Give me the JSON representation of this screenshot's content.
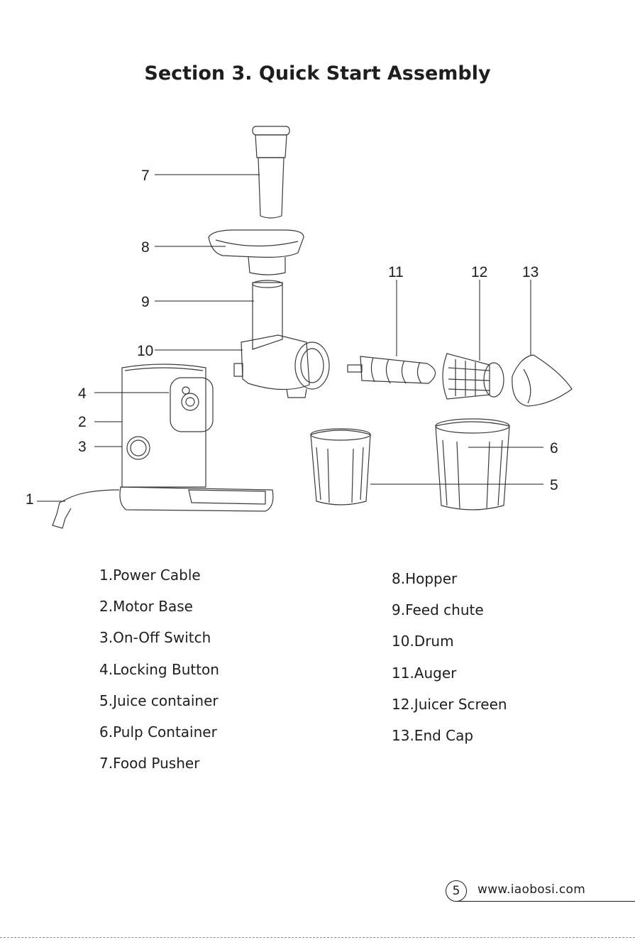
{
  "page": {
    "title": "Section 3. Quick Start Assembly"
  },
  "diagram": {
    "callouts": [
      "1",
      "2",
      "3",
      "4",
      "5",
      "6",
      "7",
      "8",
      "9",
      "10",
      "11",
      "12",
      "13"
    ]
  },
  "parts_left": [
    "1.Power Cable",
    "2.Motor Base",
    "3.On-Off Switch",
    "4.Locking Button",
    "5.Juice container",
    "6.Pulp Container",
    "7.Food Pusher"
  ],
  "parts_right": [
    "8.Hopper",
    "9.Feed chute",
    "10.Drum",
    "11.Auger",
    "12.Juicer Screen",
    "13.End Cap"
  ],
  "footer": {
    "page_number": "5",
    "website": "www.iaobosi.com"
  }
}
